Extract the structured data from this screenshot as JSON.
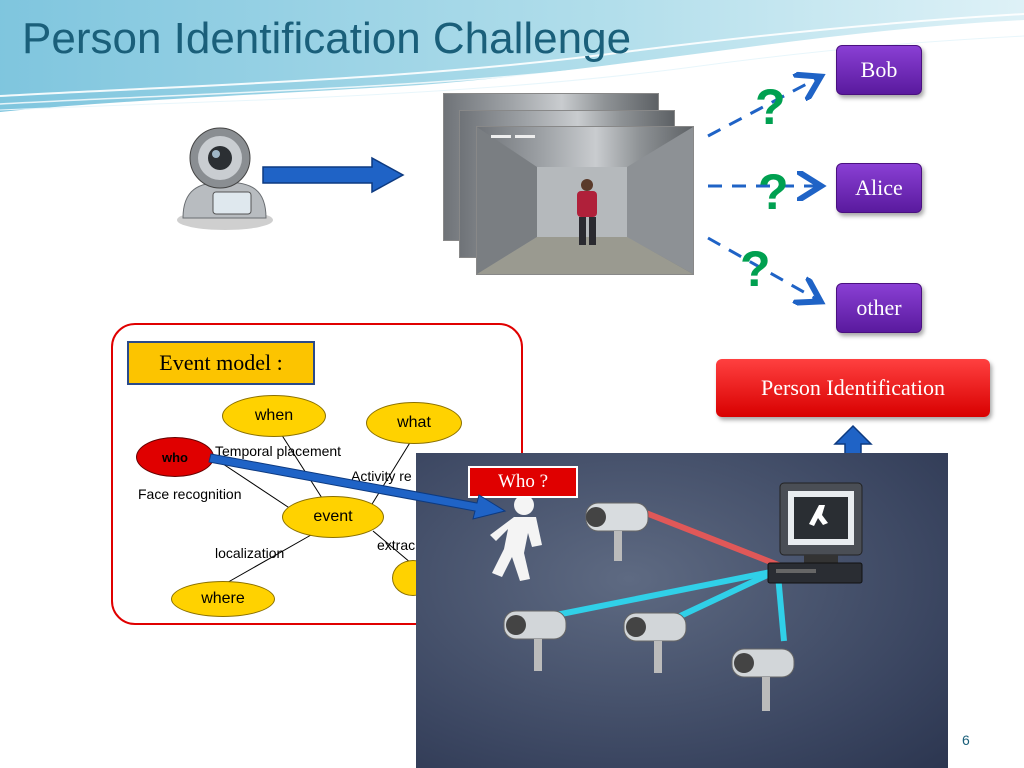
{
  "slide": {
    "title": "Person Identification Challenge",
    "page_number": "6"
  },
  "candidates": [
    {
      "label": "Bob"
    },
    {
      "label": "Alice"
    },
    {
      "label": "other"
    }
  ],
  "question_mark": "?",
  "person_identification_label": "Person Identification",
  "event_model": {
    "label": "Event model :",
    "nodes": {
      "when": "when",
      "what": "what",
      "who": "who",
      "event": "event",
      "where": "where"
    },
    "edges": {
      "temporal": "Temporal placement",
      "activity": "Activity re",
      "face": "Face recognition",
      "localization": "localization",
      "extrac": "extrac"
    }
  },
  "who_tag": "Who ?",
  "colors": {
    "title": "#1a5f7a",
    "purple_button": "#6a22b8",
    "person_identification": "#e00000",
    "node_fill": "#ffd200",
    "question_mark": "#00a050",
    "arrow_blue": "#1f63c6"
  },
  "icons": [
    "webcam-icon",
    "surveillance-camera-icon",
    "monitor-icon",
    "walking-person-icon",
    "dvr-icon"
  ]
}
